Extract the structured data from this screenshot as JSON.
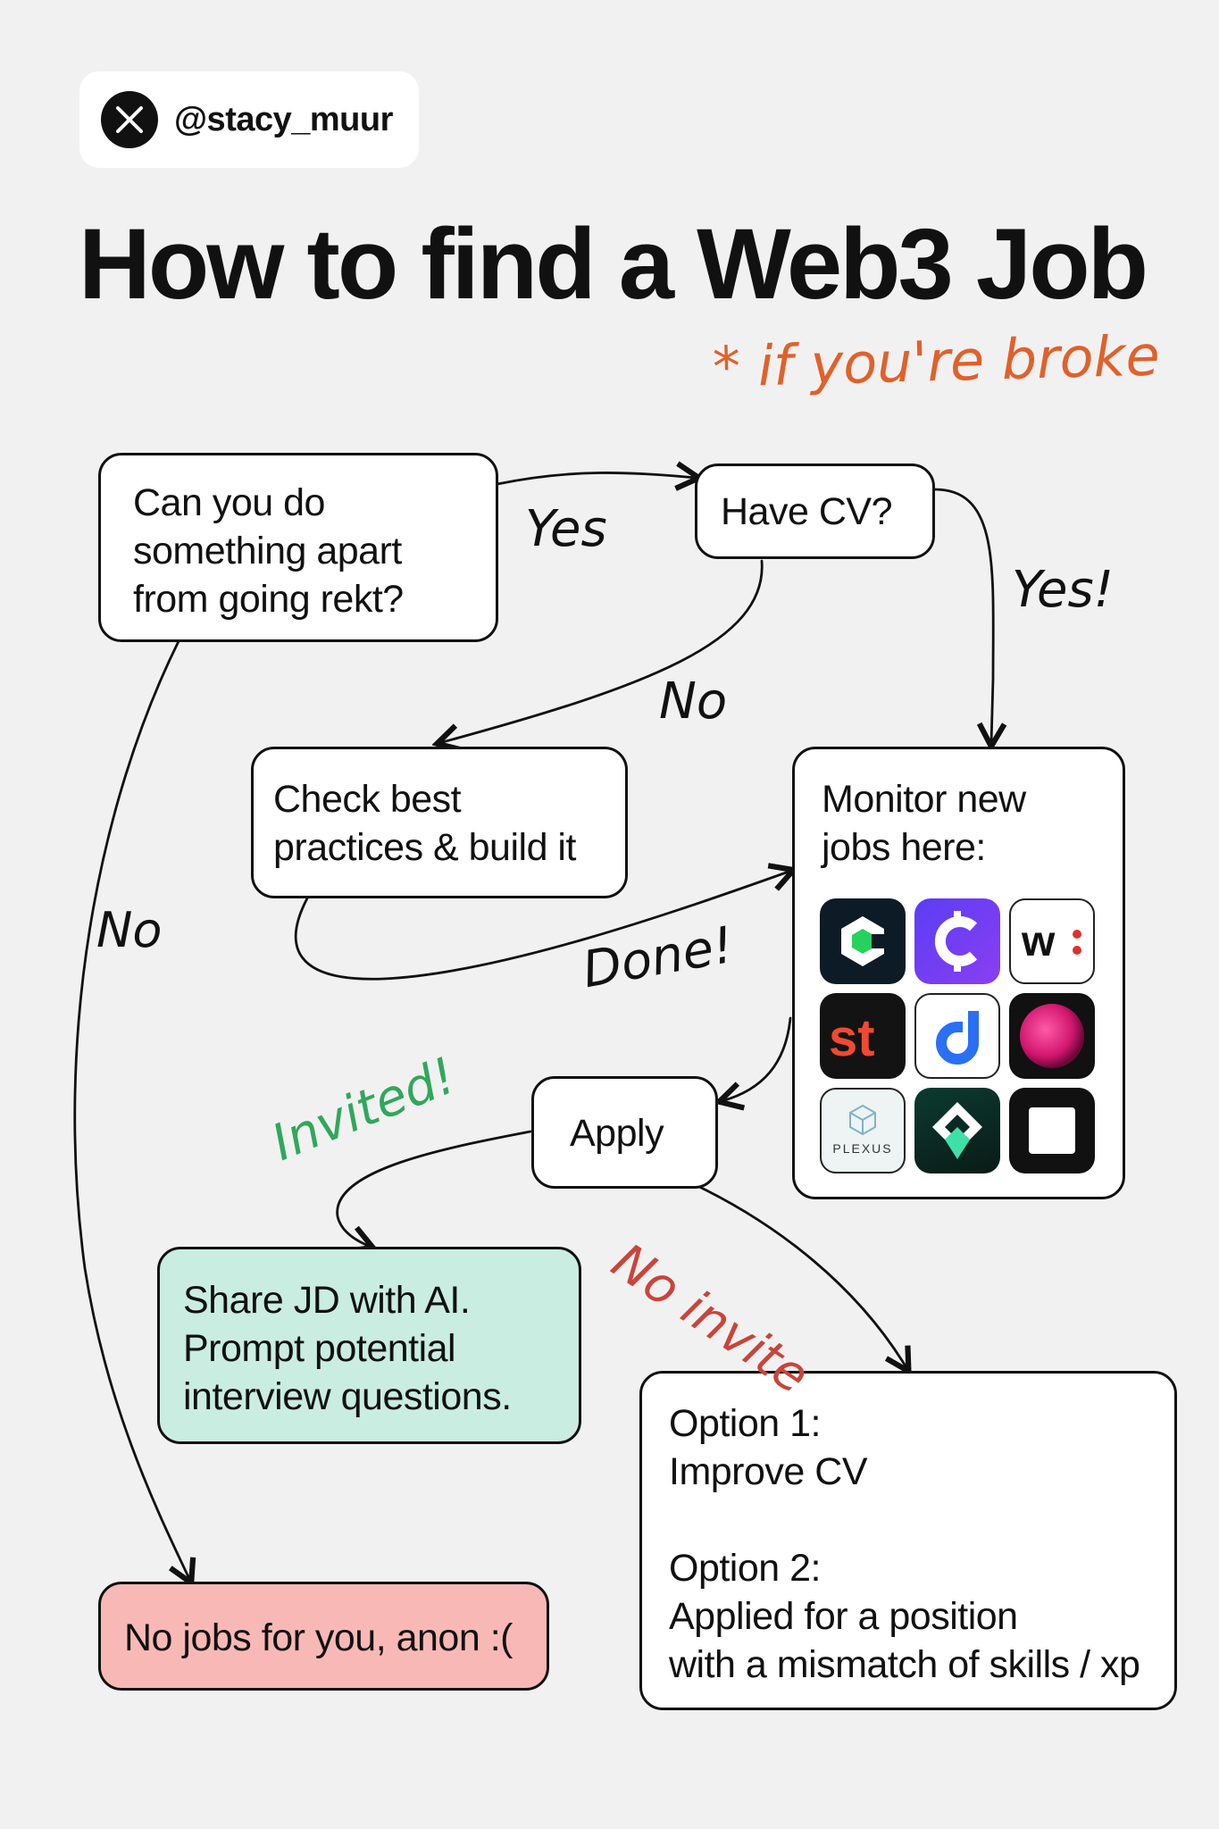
{
  "header": {
    "handle": "@stacy_muur",
    "logo_icon": "x-logo-icon"
  },
  "title": "How to find a Web3 Job",
  "subtitle": "* if you're broke",
  "nodes": {
    "question": "Can you do\nsomething apart\nfrom going rekt?",
    "have_cv": "Have CV?",
    "check_best": "Check best\npractices & build it",
    "monitor": "Monitor new\njobs here:",
    "apply": "Apply",
    "share_jd": "Share JD with AI.\nPrompt potential\ninterview questions.",
    "no_jobs": "No jobs for you, anon :(",
    "options": "Option 1:\nImprove CV\n\nOption 2:\nApplied for a position\nwith a mismatch of skills / xp"
  },
  "edge_labels": {
    "yes": "Yes",
    "yes_excl": "Yes!",
    "no_cv": "No",
    "no_rekt": "No",
    "done": "Done!",
    "invited": "Invited!",
    "no_invite": "No invite"
  },
  "job_board_logos": [
    "cube-logo-icon",
    "c-logo-icon",
    "w-logo-icon",
    "st-logo-icon",
    "d-logo-icon",
    "pink-orb-logo-icon",
    "plexus-logo-icon",
    "diamond-logo-icon",
    "square-logo-icon"
  ],
  "plexus_label": "PLEXUS",
  "colors": {
    "background": "#f2f1f1",
    "subtitle": "#e0612b",
    "invited": "#2fa85a",
    "no_invite": "#c8453b",
    "share_jd_fill": "#c9ede0",
    "no_jobs_fill": "#f8b9b6"
  }
}
